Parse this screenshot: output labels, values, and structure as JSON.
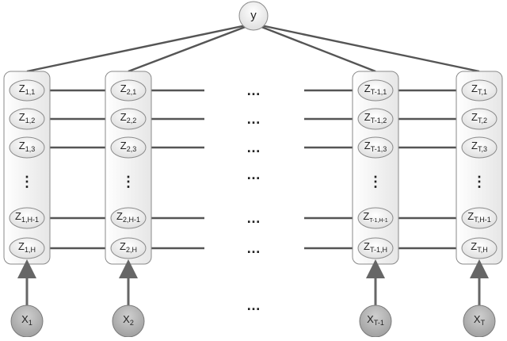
{
  "output_node": {
    "label": "y"
  },
  "columns": [
    {
      "id": "1",
      "nodes": [
        {
          "base": "Z",
          "sub": "1,1"
        },
        {
          "base": "Z",
          "sub": "1,2"
        },
        {
          "base": "Z",
          "sub": "1,3"
        },
        {
          "base": "Z",
          "sub": "1,H-1"
        },
        {
          "base": "Z",
          "sub": "1,H"
        }
      ],
      "input": {
        "base": "X",
        "sub": "1"
      }
    },
    {
      "id": "2",
      "nodes": [
        {
          "base": "Z",
          "sub": "2,1"
        },
        {
          "base": "Z",
          "sub": "2,2"
        },
        {
          "base": "Z",
          "sub": "2,3"
        },
        {
          "base": "Z",
          "sub": "2,H-1"
        },
        {
          "base": "Z",
          "sub": "2,H"
        }
      ],
      "input": {
        "base": "X",
        "sub": "2"
      }
    },
    {
      "id": "T-1",
      "nodes": [
        {
          "base": "Z",
          "sub": "T-1,1"
        },
        {
          "base": "Z",
          "sub": "T-1,2"
        },
        {
          "base": "Z",
          "sub": "T-1,3"
        },
        {
          "base": "Z",
          "sub": "T-1,H-1"
        },
        {
          "base": "Z",
          "sub": "T-1,H"
        }
      ],
      "input": {
        "base": "X",
        "sub": "T-1"
      }
    },
    {
      "id": "T",
      "nodes": [
        {
          "base": "Z",
          "sub": "T,1"
        },
        {
          "base": "Z",
          "sub": "T,2"
        },
        {
          "base": "Z",
          "sub": "T,3"
        },
        {
          "base": "Z",
          "sub": "T,H-1"
        },
        {
          "base": "Z",
          "sub": "T,H"
        }
      ],
      "input": {
        "base": "X",
        "sub": "T"
      }
    }
  ],
  "ellipsis": "…",
  "vertical_ellipsis": "⋮",
  "colors": {
    "line": "#555555",
    "column_fill": "#f4f4f4",
    "column_stroke": "#8a8a8a",
    "node_fill": "#ececec",
    "node_stroke": "#8a8a8a",
    "input_fill": "#b3b3b3",
    "input_stroke": "#7a7a7a",
    "arrow": "#666666"
  }
}
